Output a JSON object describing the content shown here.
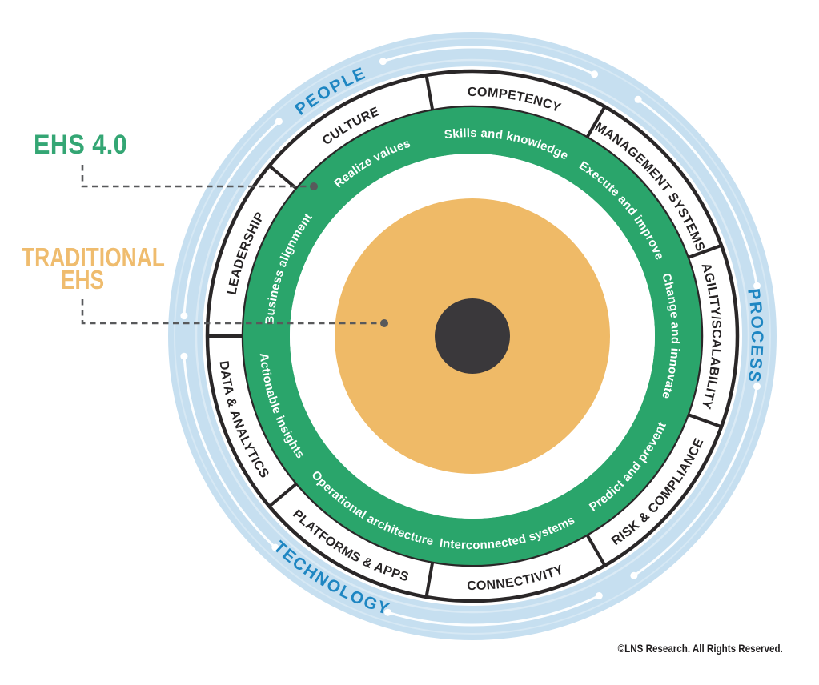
{
  "callouts": {
    "ehs4": {
      "label": "EHS 4.0",
      "color": "#34A674"
    },
    "traditional": {
      "line1": "TRADITIONAL",
      "line2": "EHS",
      "color": "#EFBC6E"
    }
  },
  "footer": {
    "copyright": "©LNS Research. All Rights Reserved."
  },
  "wheel": {
    "colors": {
      "outer_ring": "#C6DFF0",
      "outer_ring_label": "#1E86C2",
      "ring_border": "#2A2728",
      "segment_label": "#262324",
      "ehs4_ring": "#2AA56B",
      "practice_label": "#FFFFFF",
      "traditional_core": "#EFBA67",
      "center_dot": "#3A383B",
      "connector": "#58595B"
    },
    "outer_labels": [
      {
        "label": "PEOPLE",
        "angle": 120
      },
      {
        "label": "PROCESS",
        "angle": 0
      },
      {
        "label": "TECHNOLOGY",
        "angle": 240
      }
    ],
    "segments": [
      {
        "label": "CULTURE",
        "practice": "Realize values",
        "angle": 120
      },
      {
        "label": "COMPETENCY",
        "practice": "Skills and knowledge",
        "angle": 80
      },
      {
        "label": "MANAGEMENT SYSTEMS",
        "practice": "Execute and improve",
        "angle": 40
      },
      {
        "label": "AGILITY/SCALABILITY",
        "practice": "Change and innovate",
        "angle": 0
      },
      {
        "label": "RISK & COMPLIANCE",
        "practice": "Predict and prevent",
        "angle": 320
      },
      {
        "label": "CONNECTIVITY",
        "practice": "Interconnected systems",
        "angle": 280
      },
      {
        "label": "PLATFORMS & APPS",
        "practice": "Operational architecture",
        "angle": 240
      },
      {
        "label": "DATA & ANALYTICS",
        "practice": "Actionable insights",
        "angle": 200
      },
      {
        "label": "LEADERSHIP",
        "practice": "Business alignment",
        "angle": 160
      }
    ]
  }
}
